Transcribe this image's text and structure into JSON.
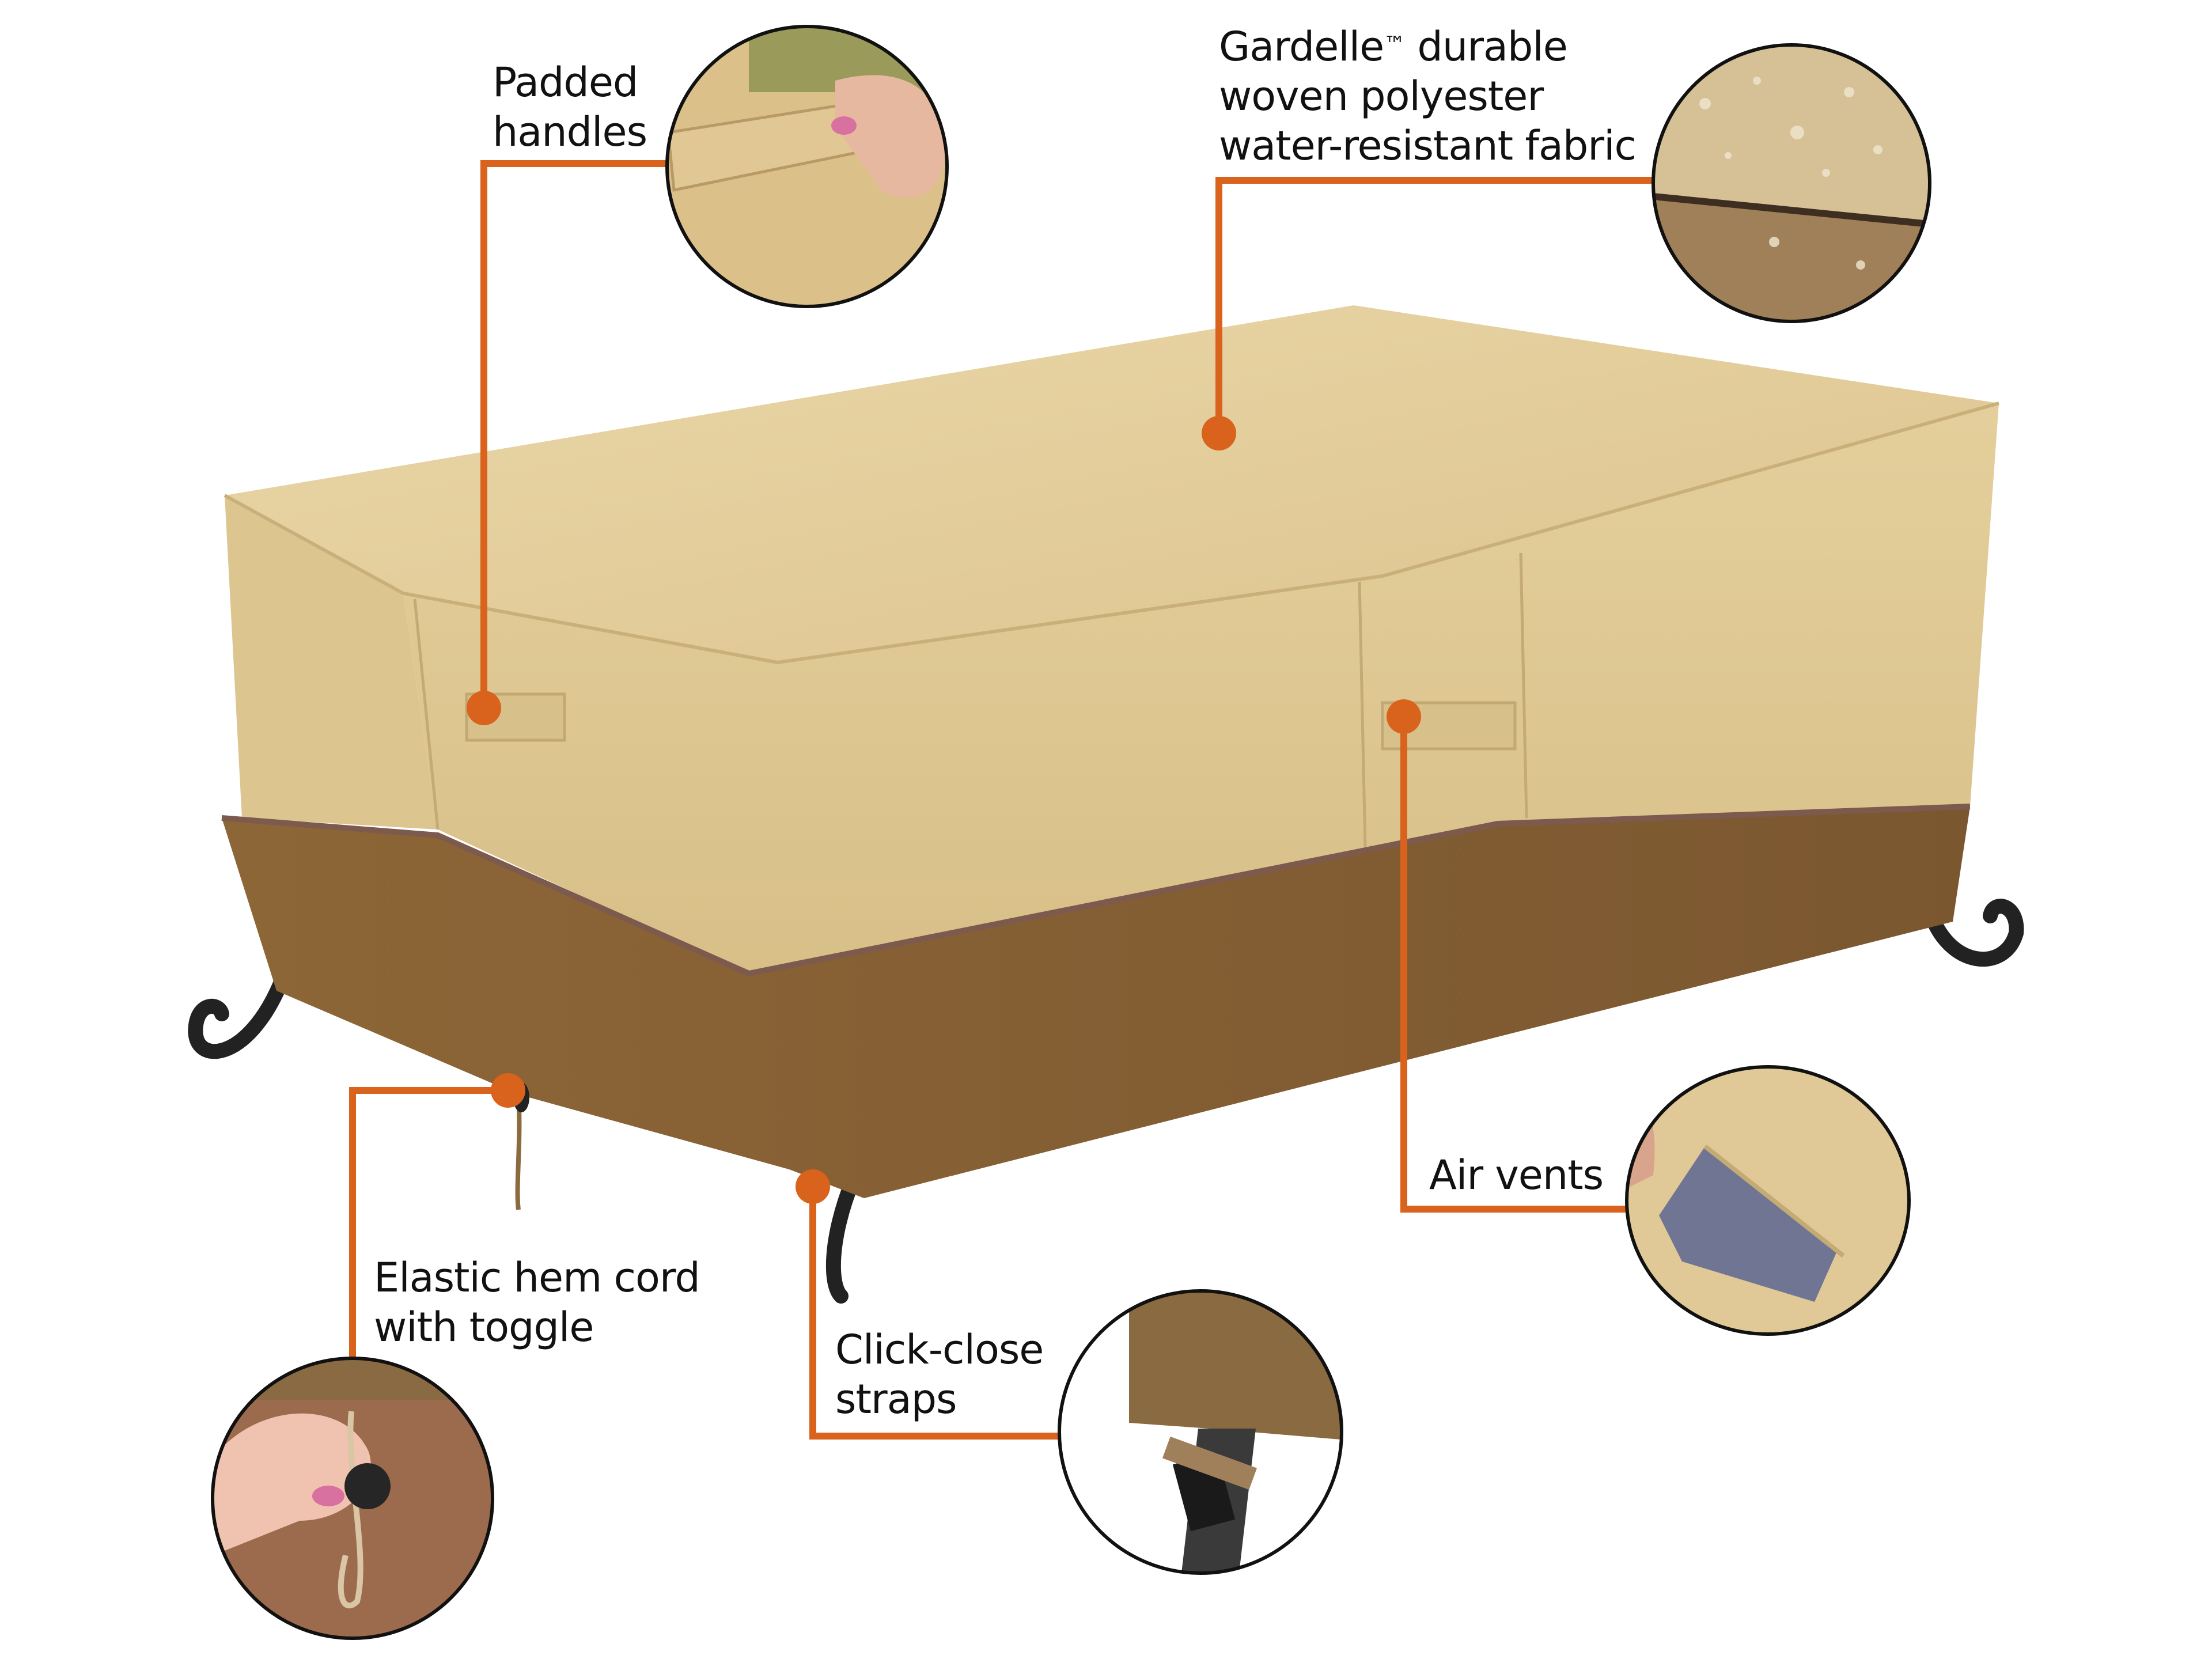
{
  "infographic": {
    "product": "Rectangular fire pit table cover",
    "colors": {
      "callout_orange": "#d9621c",
      "cover_tan": "#e3cd9a",
      "cover_tan_shadow": "#d2b984",
      "skirt_brown": "#8a6336",
      "piping": "#7d5a4e",
      "legs": "#222222",
      "background": "#ffffff",
      "text": "#111111"
    },
    "callouts": [
      {
        "id": "padded-handles",
        "lines": [
          "Padded",
          "handles"
        ]
      },
      {
        "id": "fabric",
        "lines": [
          "Gardelle",
          "woven polyester",
          "water-resistant fabric"
        ],
        "line1_suffix": " durable",
        "trademark": "™"
      },
      {
        "id": "air-vents",
        "lines": [
          "Air vents"
        ]
      },
      {
        "id": "elastic-hem",
        "lines": [
          "Elastic hem cord",
          "with toggle"
        ]
      },
      {
        "id": "click-close",
        "lines": [
          "Click-close",
          "straps"
        ]
      }
    ]
  }
}
